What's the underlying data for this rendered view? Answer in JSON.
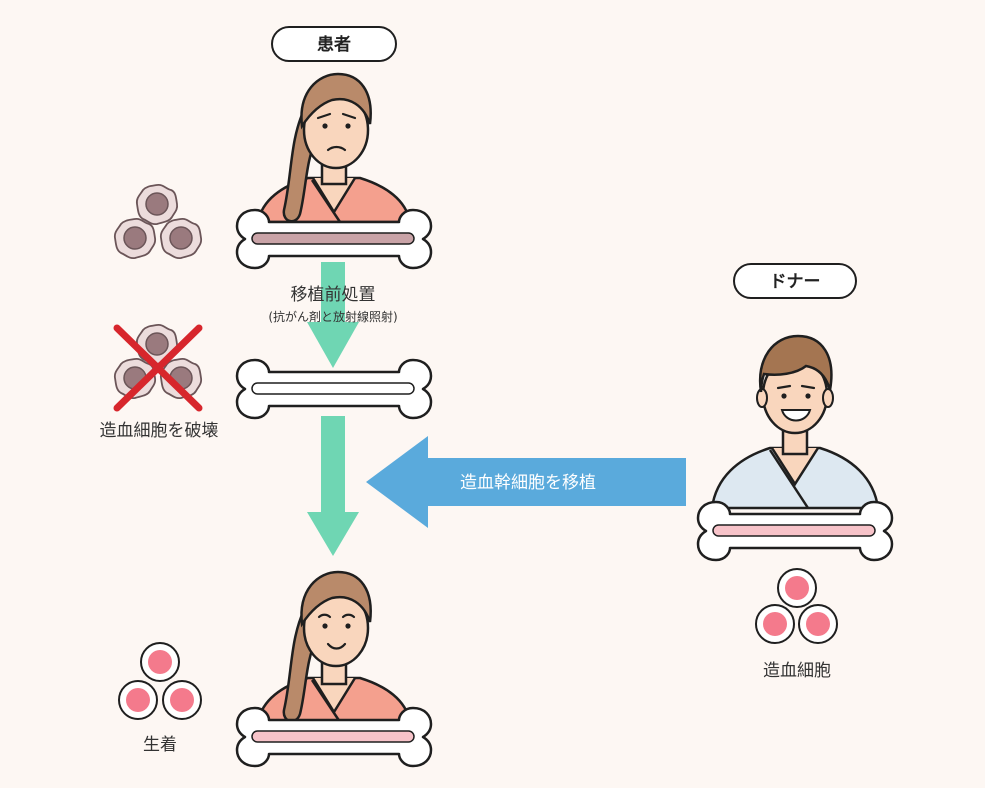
{
  "labels": {
    "patient": "患者",
    "donor": "ドナー",
    "pretreatment": "移植前処置",
    "pretreatment_sub": "(抗がん剤と放射線照射)",
    "destroy": "造血細胞を破壊",
    "transplant": "造血幹細胞を移植",
    "donor_cells": "造血細胞",
    "engraftment": "生着"
  },
  "icons": {
    "patient": "worried-woman-icon",
    "patient_after": "smiling-woman-icon",
    "donor": "smiling-man-icon",
    "bone": "bone-icon",
    "cell": "blood-cell-icon",
    "cross": "cross-mark-icon"
  },
  "colors": {
    "background": "#fdf7f3",
    "green_arrow": "#6fd6b3",
    "blue_arrow": "#5aaadc",
    "cross": "#d7262c",
    "healthy_cell": "#f47a8c",
    "diseased_cell": "#9a7a7e",
    "marrow_diseased": "#c9a3a7",
    "marrow_healthy": "#f7c3c9",
    "skin": "#f9d6bd",
    "hair_woman": "#b98a6a",
    "hair_man": "#a47551",
    "gown_patient": "#f4a08e",
    "gown_donor": "#dde8f1"
  }
}
